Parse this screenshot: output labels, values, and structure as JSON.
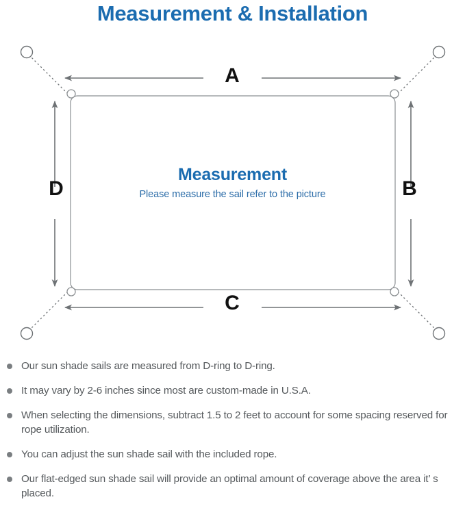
{
  "header": {
    "title": "Measurement & Installation",
    "title_color": "#1b6cb0"
  },
  "diagram": {
    "center_title": "Measurement",
    "center_subtitle": "Please measure the sail refer to the picture",
    "center_title_color": "#1b6cb0",
    "center_subtitle_color": "#2b6ca8",
    "line_color": "#6e7275",
    "sail_border_color": "#8b8f92",
    "labels": {
      "top": "A",
      "right": "B",
      "bottom": "C",
      "left": "D"
    },
    "icon_names": {
      "anchor_point": "anchor-circle-icon",
      "d_ring": "d-ring-icon",
      "rope": "dotted-rope-line",
      "dimension_arrow": "double-arrow-icon",
      "sail": "shade-sail-rectangle"
    }
  },
  "notes": {
    "bullet_color": "#7a7e81",
    "text_color": "#55595c",
    "items": [
      "Our sun shade sails are measured from D-ring to D-ring.",
      "It may vary by 2-6 inches since most are custom-made in U.S.A.",
      "When selecting the dimensions, subtract 1.5 to 2 feet to account for some spacing reserved for rope utilization.",
      "You can adjust the sun shade sail with the included rope.",
      "Our flat-edged sun shade sail will provide an optimal amount of coverage above the area it’ s placed."
    ]
  }
}
